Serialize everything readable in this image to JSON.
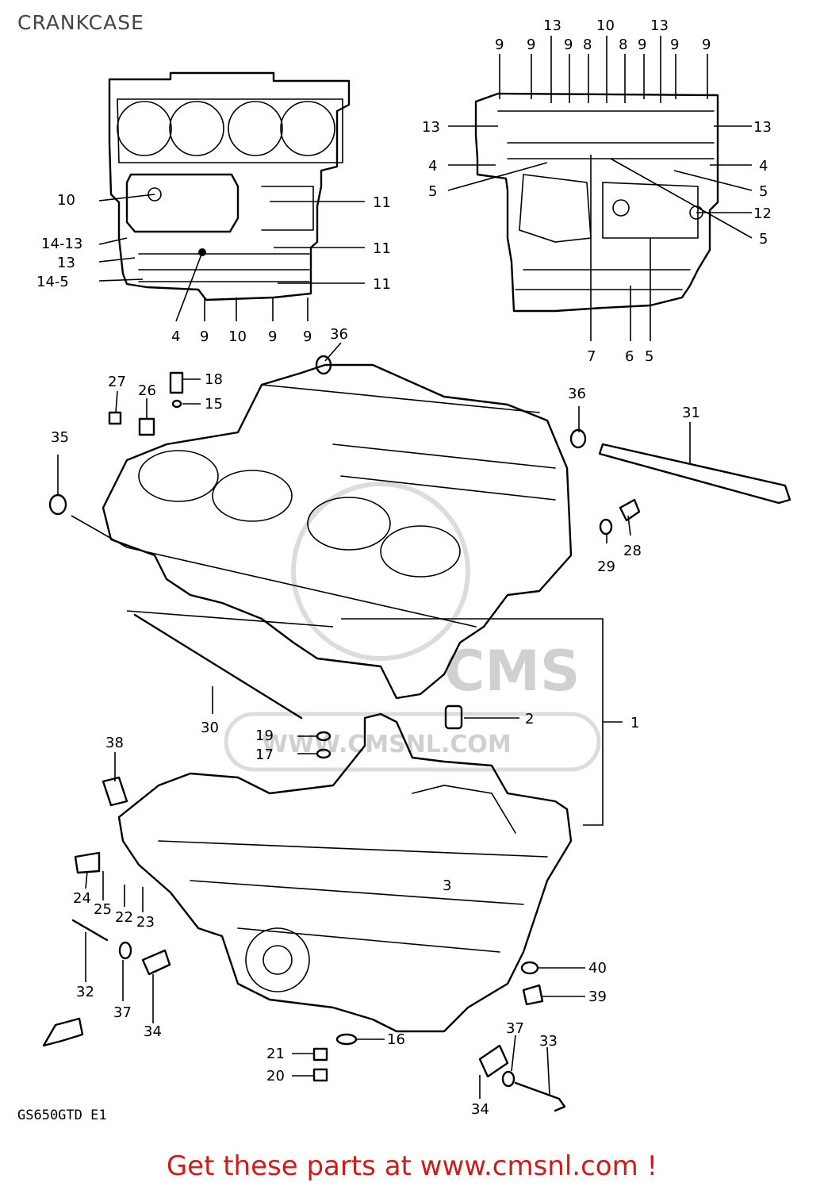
{
  "title": "CRANKCASE",
  "model_code": "GS650GTD E1",
  "footer_link": "Get these parts at www.cmsnl.com !",
  "watermark": {
    "brand": "CMS",
    "url": "WWW.CMSNL.COM"
  },
  "colors": {
    "footer": "#d11a1a",
    "title": "#444444",
    "lines": "#000000"
  },
  "callouts": {
    "c1": "1",
    "c2": "2",
    "c3": "3",
    "c4a": "4",
    "c4b": "4",
    "c4c": "4",
    "c5a": "5",
    "c5b": "5",
    "c5c": "5",
    "c5d": "5",
    "c6": "6",
    "c7": "7",
    "c8a": "8",
    "c8b": "8",
    "c9a": "9",
    "c9b": "9",
    "c9c": "9",
    "c9d": "9",
    "c9e": "9",
    "c9f": "9",
    "c9g": "9",
    "c9h": "9",
    "c9i": "9",
    "c10a": "10",
    "c10b": "10",
    "c10c": "10",
    "c11a": "11",
    "c11b": "11",
    "c11c": "11",
    "c12": "12",
    "c13a": "13",
    "c13b": "13",
    "c13c": "13",
    "c13d": "13",
    "c13e": "13",
    "c14_13": "14-13",
    "c14_5": "14-5",
    "c15": "15",
    "c16": "16",
    "c17": "17",
    "c18": "18",
    "c19": "19",
    "c20": "20",
    "c21": "21",
    "c22": "22",
    "c23": "23",
    "c24": "24",
    "c25": "25",
    "c26": "26",
    "c27": "27",
    "c28": "28",
    "c29": "29",
    "c30": "30",
    "c31": "31",
    "c32": "32",
    "c33": "33",
    "c34a": "34",
    "c34b": "34",
    "c35": "35",
    "c36a": "36",
    "c36b": "36",
    "c37a": "37",
    "c37b": "37",
    "c38": "38",
    "c39": "39",
    "c40": "40"
  }
}
